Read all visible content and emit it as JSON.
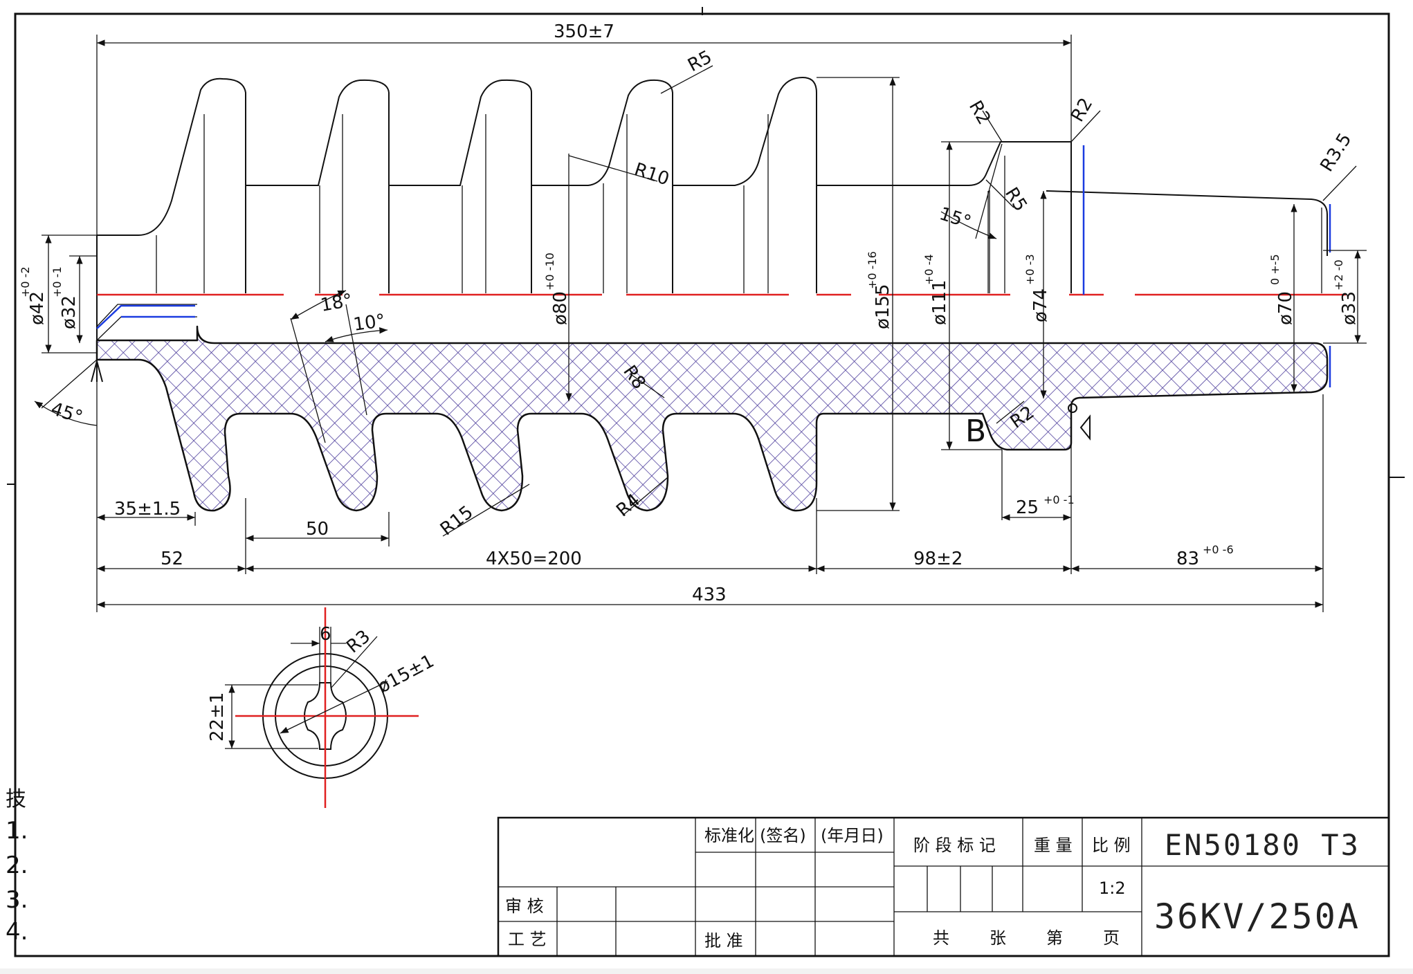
{
  "dimensions": {
    "overall_top": "350±7",
    "radius_r5_top": "R5",
    "radius_r10": "R10",
    "radius_r2_a": "R2",
    "radius_r2_b": "R2",
    "radius_r5_cone": "R5",
    "radius_r35": "R3.5",
    "angle_15": "15°",
    "angle_18": "18°",
    "angle_10": "10°",
    "angle_45": "45°",
    "radius_r8": "R8",
    "radius_r15": "R15",
    "radius_r4": "R4",
    "radius_r2_c": "R2",
    "dia_42": "ø42",
    "dia_42_tol": "+0 -2",
    "dia_32": "ø32",
    "dia_32_tol": "+0 -1",
    "dia_80": "ø80",
    "dia_80_tol": "+0 -10",
    "dia_155": "ø155",
    "dia_155_tol": "+0 -16",
    "dia_111": "ø111",
    "dia_111_tol": "+0 -4",
    "dia_74": "ø74",
    "dia_74_tol": "+0 -3",
    "dia_70": "ø70",
    "dia_70_tol": "0 +-5",
    "dia_33": "ø33",
    "dia_33_tol": "+2 -0",
    "len_35": "35±1.5",
    "len_50": "50",
    "len_25": "25",
    "len_25_tol": "+0 -1",
    "len_52": "52",
    "len_4x50": "4X50=200",
    "len_98": "98±2",
    "len_83": "83",
    "len_83_tol": "+0 -6",
    "overall_bottom": "433",
    "section_b": "B",
    "detail_6": "6",
    "detail_r3": "R3",
    "detail_dia15": "ø15±1",
    "detail_22": "22±1"
  },
  "notes": {
    "title": "技",
    "items": [
      "1.",
      "2.",
      "3.",
      "4."
    ]
  },
  "title_block": {
    "standardize": "标准化",
    "sign": "(签名)",
    "date": "(年月日)",
    "stage_mark": "阶 段 标 记",
    "weight": "重 量",
    "scale_label": "比 例",
    "scale_value": "1:2",
    "review": "审 核",
    "process": "工 艺",
    "approve": "批 准",
    "sheets_total": "共",
    "sheets_unit": "张",
    "sheet_no": "第",
    "page": "页",
    "drawing_standard": "EN50180 T3",
    "rating": "36KV/250A"
  },
  "colors": {
    "outline": "#111111",
    "centerline": "#e02020",
    "reference": "#1a3be0",
    "hatch": "#4a3a9a"
  }
}
